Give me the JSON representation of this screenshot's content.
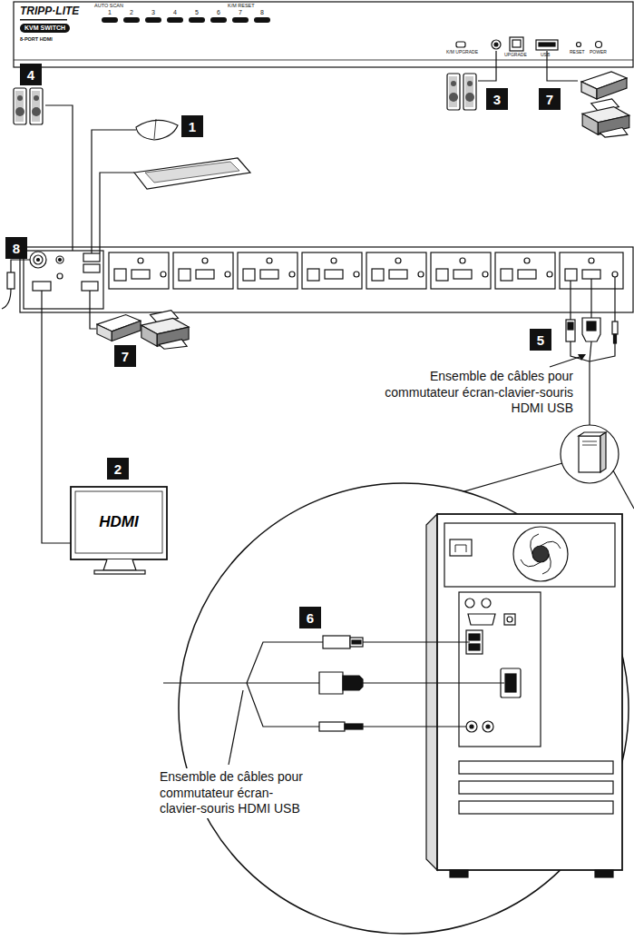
{
  "diagram": {
    "nodes": [
      {
        "text": [
          "4"
        ]
      },
      {
        "text": [
          "3"
        ]
      },
      {
        "text": [
          "7"
        ]
      },
      {
        "text": [
          "1"
        ]
      },
      {
        "text": [
          "8"
        ]
      },
      {
        "text": [
          "5"
        ]
      },
      {
        "text": [
          "7"
        ]
      },
      {
        "text": [
          "2"
        ]
      },
      {
        "text": [
          "HDMI"
        ]
      },
      {
        "text": [
          "6"
        ]
      }
    ],
    "labels": [
      "TRIPP·LITE",
      "KVM SWITCH",
      "8-PORT HDMI",
      "AUTO SCAN",
      "1",
      "2",
      "3",
      "4",
      "5",
      "6",
      "7",
      "8",
      "K/M RESET",
      "K/M UPGRADE",
      "UPGRADE",
      "USB",
      "RESET",
      "POWER",
      "Ensemble de câbles pour commutateur écran-clavier-souris HDMI USB",
      "Ensemble de câbles pour commutateur écran-clavier-souris HDMI USB"
    ]
  }
}
